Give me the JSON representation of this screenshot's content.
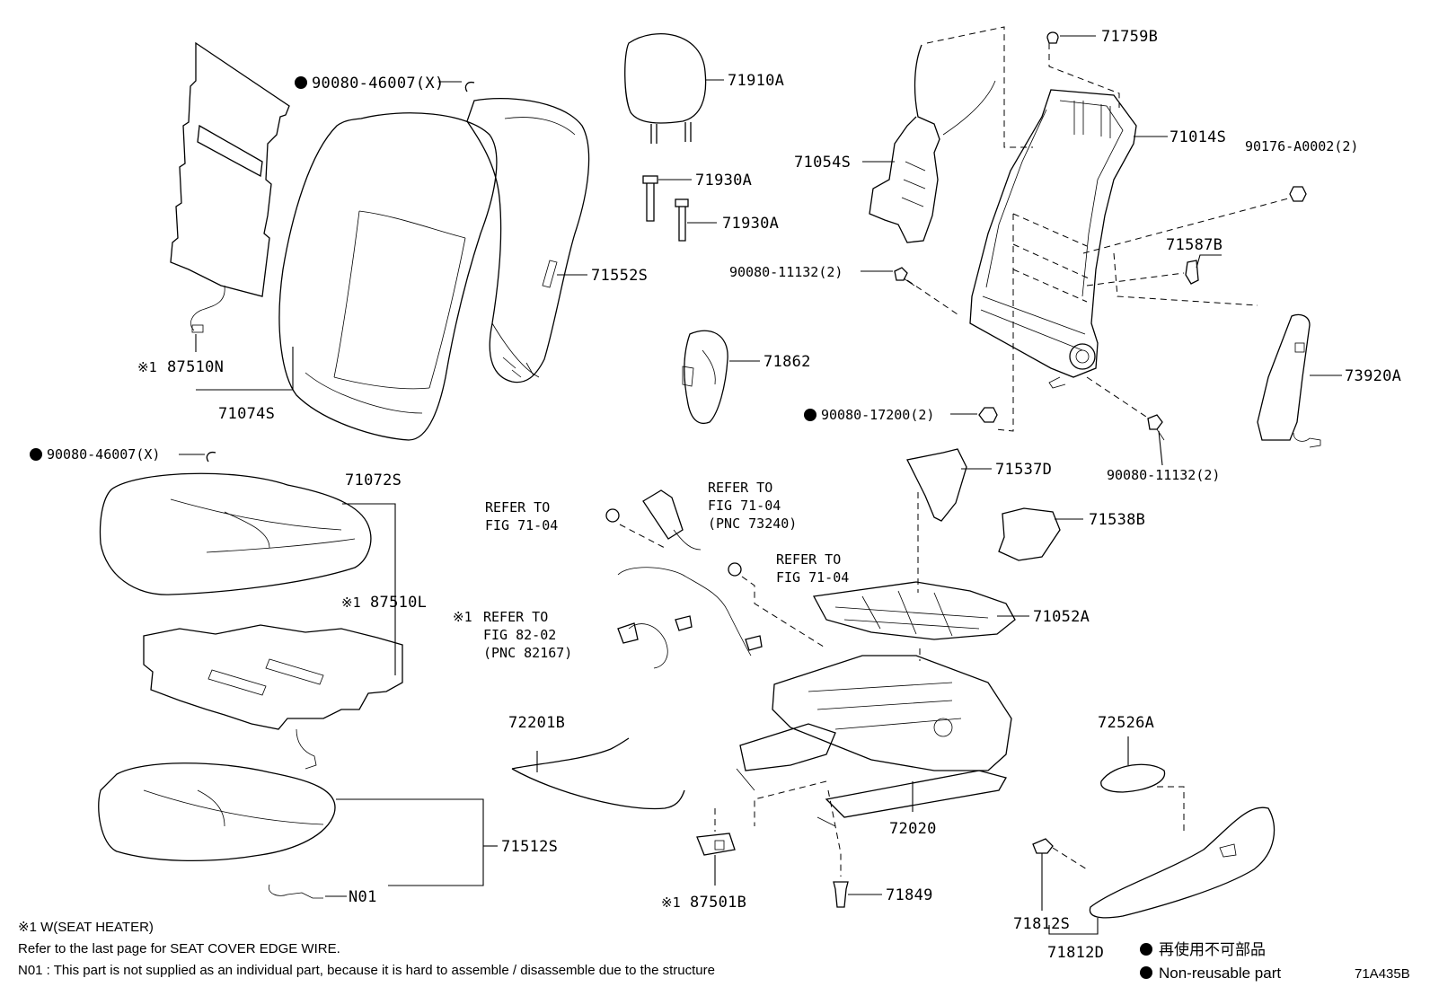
{
  "labels": {
    "p90080_46007_top": "90080-46007(X)",
    "p71910A": "71910A",
    "p71759B": "71759B",
    "p71014S": "71014S",
    "p90176_A0002": "90176-A0002(2)",
    "p71054S": "71054S",
    "p71930A_1": "71930A",
    "p71930A_2": "71930A",
    "p71552S": "71552S",
    "p90080_11132_a": "90080-11132(2)",
    "p71587B": "71587B",
    "p71862": "71862",
    "p73920A": "73920A",
    "p87510N": "87510N",
    "p71074S": "71074S",
    "p90080_17200": "90080-17200(2)",
    "p90080_11132_b": "90080-11132(2)",
    "p90080_46007_mid": "90080-46007(X)",
    "p71072S": "71072S",
    "p71537D": "71537D",
    "p71538B": "71538B",
    "p87510L": "87510L",
    "p71052A": "71052A",
    "p72201B": "72201B",
    "p72526A": "72526A",
    "p72020": "72020",
    "p71512S": "71512S",
    "pN01": "N01",
    "p87501B": "87501B",
    "p71849": "71849",
    "p71812S": "71812S",
    "p71812D": "71812D"
  },
  "heater_mark": "※1",
  "refs": {
    "ref_a": [
      "REFER TO",
      "FIG 71-04"
    ],
    "ref_b": [
      "REFER TO",
      "FIG 71-04",
      "(PNC 73240)"
    ],
    "ref_c": [
      "REFER TO",
      "FIG 71-04"
    ],
    "ref_d": [
      "REFER TO",
      "FIG 82-02",
      "(PNC 82167)"
    ]
  },
  "notes": {
    "line1": "※1  W(SEAT  HEATER)",
    "line2": "Refer to the last page for SEAT COVER EDGE WIRE.",
    "line3": "N01 : This part is not supplied as an individual part, because it is hard to assemble / disassemble due to the structure"
  },
  "legend": {
    "jp": "再使用不可部品",
    "en": "Non-reusable part"
  },
  "figure_code": "71A435B"
}
